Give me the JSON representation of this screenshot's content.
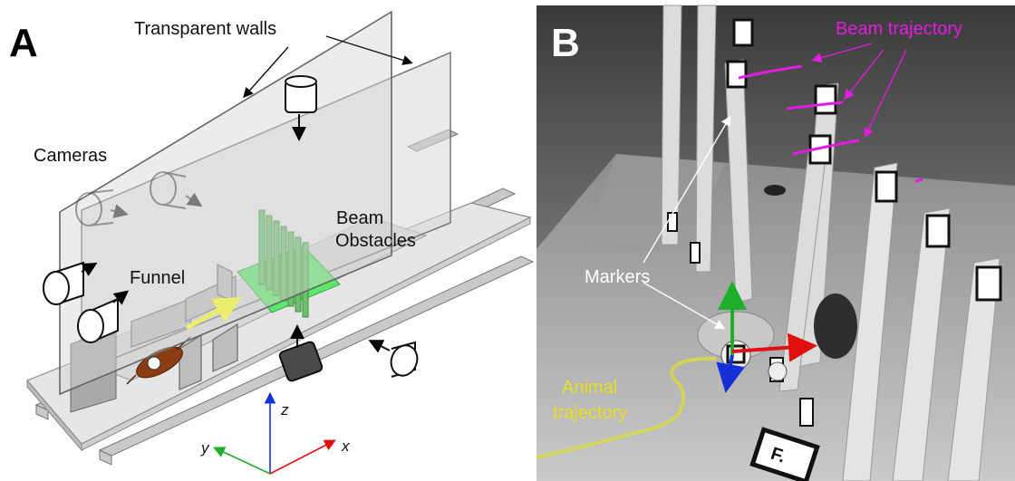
{
  "panel_a": {
    "letter": "A",
    "labels": {
      "walls": "Transparent walls",
      "cameras": "Cameras",
      "beam_line1": "Beam",
      "beam_line2": "Obstacles",
      "funnel": "Funnel"
    },
    "axes": {
      "x": "x",
      "y": "y",
      "z": "z"
    }
  },
  "panel_b": {
    "letter": "B",
    "labels": {
      "beam_trajectory": "Beam trajectory",
      "markers": "Markers",
      "animal_line1": "Animal",
      "animal_line2": "trajectory",
      "tag_letter": "F."
    }
  },
  "colors": {
    "beam_green": "#3aa64a",
    "floor_green": "#5ee86b",
    "arrow_yellow": "#ffff1a",
    "axis_red": "#e01010",
    "axis_green": "#1fae2c",
    "axis_blue": "#1630d8",
    "magenta": "#e21ce0",
    "yellow_text": "#e5e022"
  }
}
